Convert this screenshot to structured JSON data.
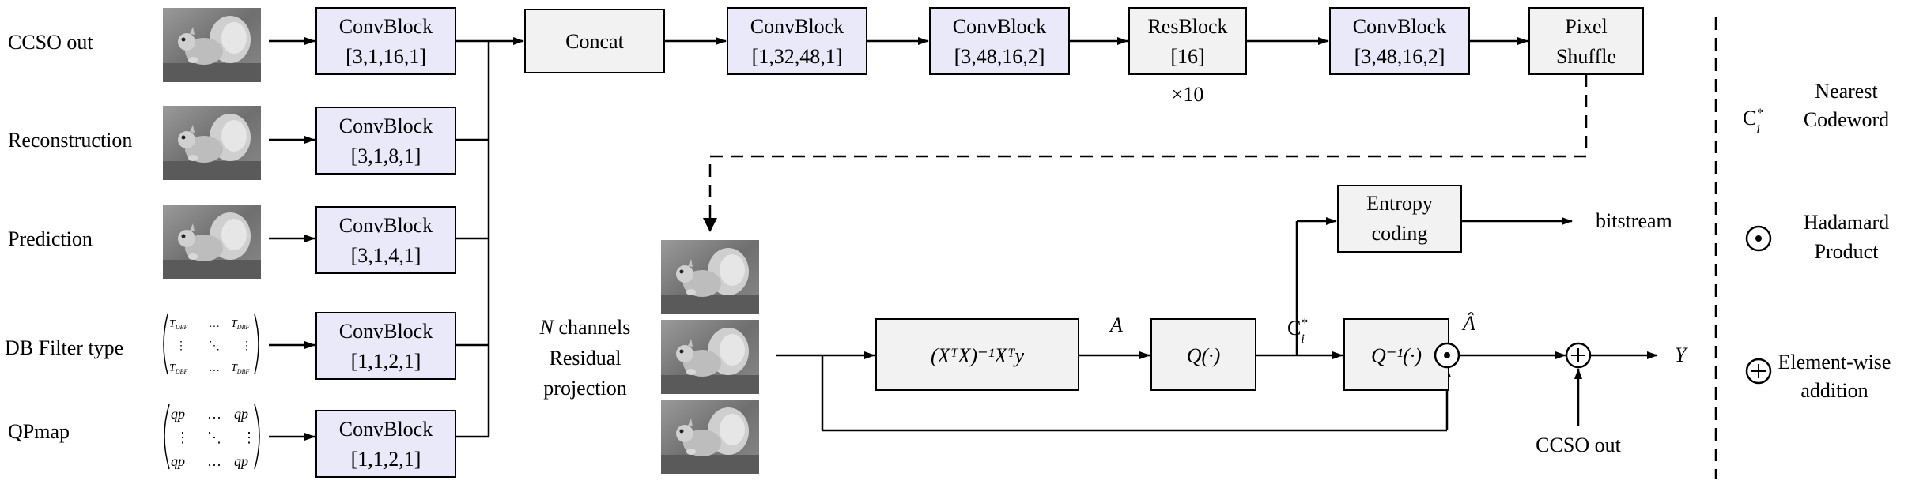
{
  "inputs": [
    {
      "label": "CCSO out",
      "block_name": "ConvBlock",
      "block_params": "[3,1,16,1]"
    },
    {
      "label": "Reconstruction",
      "block_name": "ConvBlock",
      "block_params": "[3,1,8,1]"
    },
    {
      "label": "Prediction",
      "block_name": "ConvBlock",
      "block_params": "[3,1,4,1]"
    },
    {
      "label": "DB Filter type",
      "block_name": "ConvBlock",
      "block_params": "[1,1,2,1]",
      "matrix_symbol": "T",
      "matrix_sub": "DBF"
    },
    {
      "label": "QPmap",
      "block_name": "ConvBlock",
      "block_params": "[1,1,2,1]",
      "matrix_symbol": "qp"
    }
  ],
  "top_row": {
    "concat": "Concat",
    "conv1_name": "ConvBlock",
    "conv1_params": "[1,32,48,1]",
    "conv2_name": "ConvBlock",
    "conv2_params": "[3,48,16,2]",
    "res_name": "ResBlock",
    "res_params": "[16]",
    "res_repeat": "×10",
    "conv3_name": "ConvBlock",
    "conv3_params": "[3,48,16,2]",
    "pixel_line1": "Pixel",
    "pixel_line2": "Shuffle"
  },
  "bottom_row": {
    "residual_line1_var": "N",
    "residual_line1_text": " channels",
    "residual_line2": "Residual",
    "residual_line3": "projection",
    "ls_box": "(XᵀX)⁻¹Xᵀy",
    "label_A": "A",
    "quant_box": "Q(·)",
    "label_Ci": "C",
    "dequant_box": "Q⁻¹(·)",
    "label_Ahat": "Â",
    "entropy_line1": "Entropy",
    "entropy_line2": "coding",
    "bitstream": "bitstream",
    "ccso_out": "CCSO out",
    "output_Y": "Y"
  },
  "legend": [
    {
      "line1": "Nearest",
      "line2": "Codeword"
    },
    {
      "line1": "Hadamard",
      "line2": "Product"
    },
    {
      "line1": "Element-wise",
      "line2": "addition"
    }
  ],
  "colors": {
    "block_fill": "#e9e9f9",
    "box_fill": "#f2f2f2",
    "stroke": "#000000"
  }
}
